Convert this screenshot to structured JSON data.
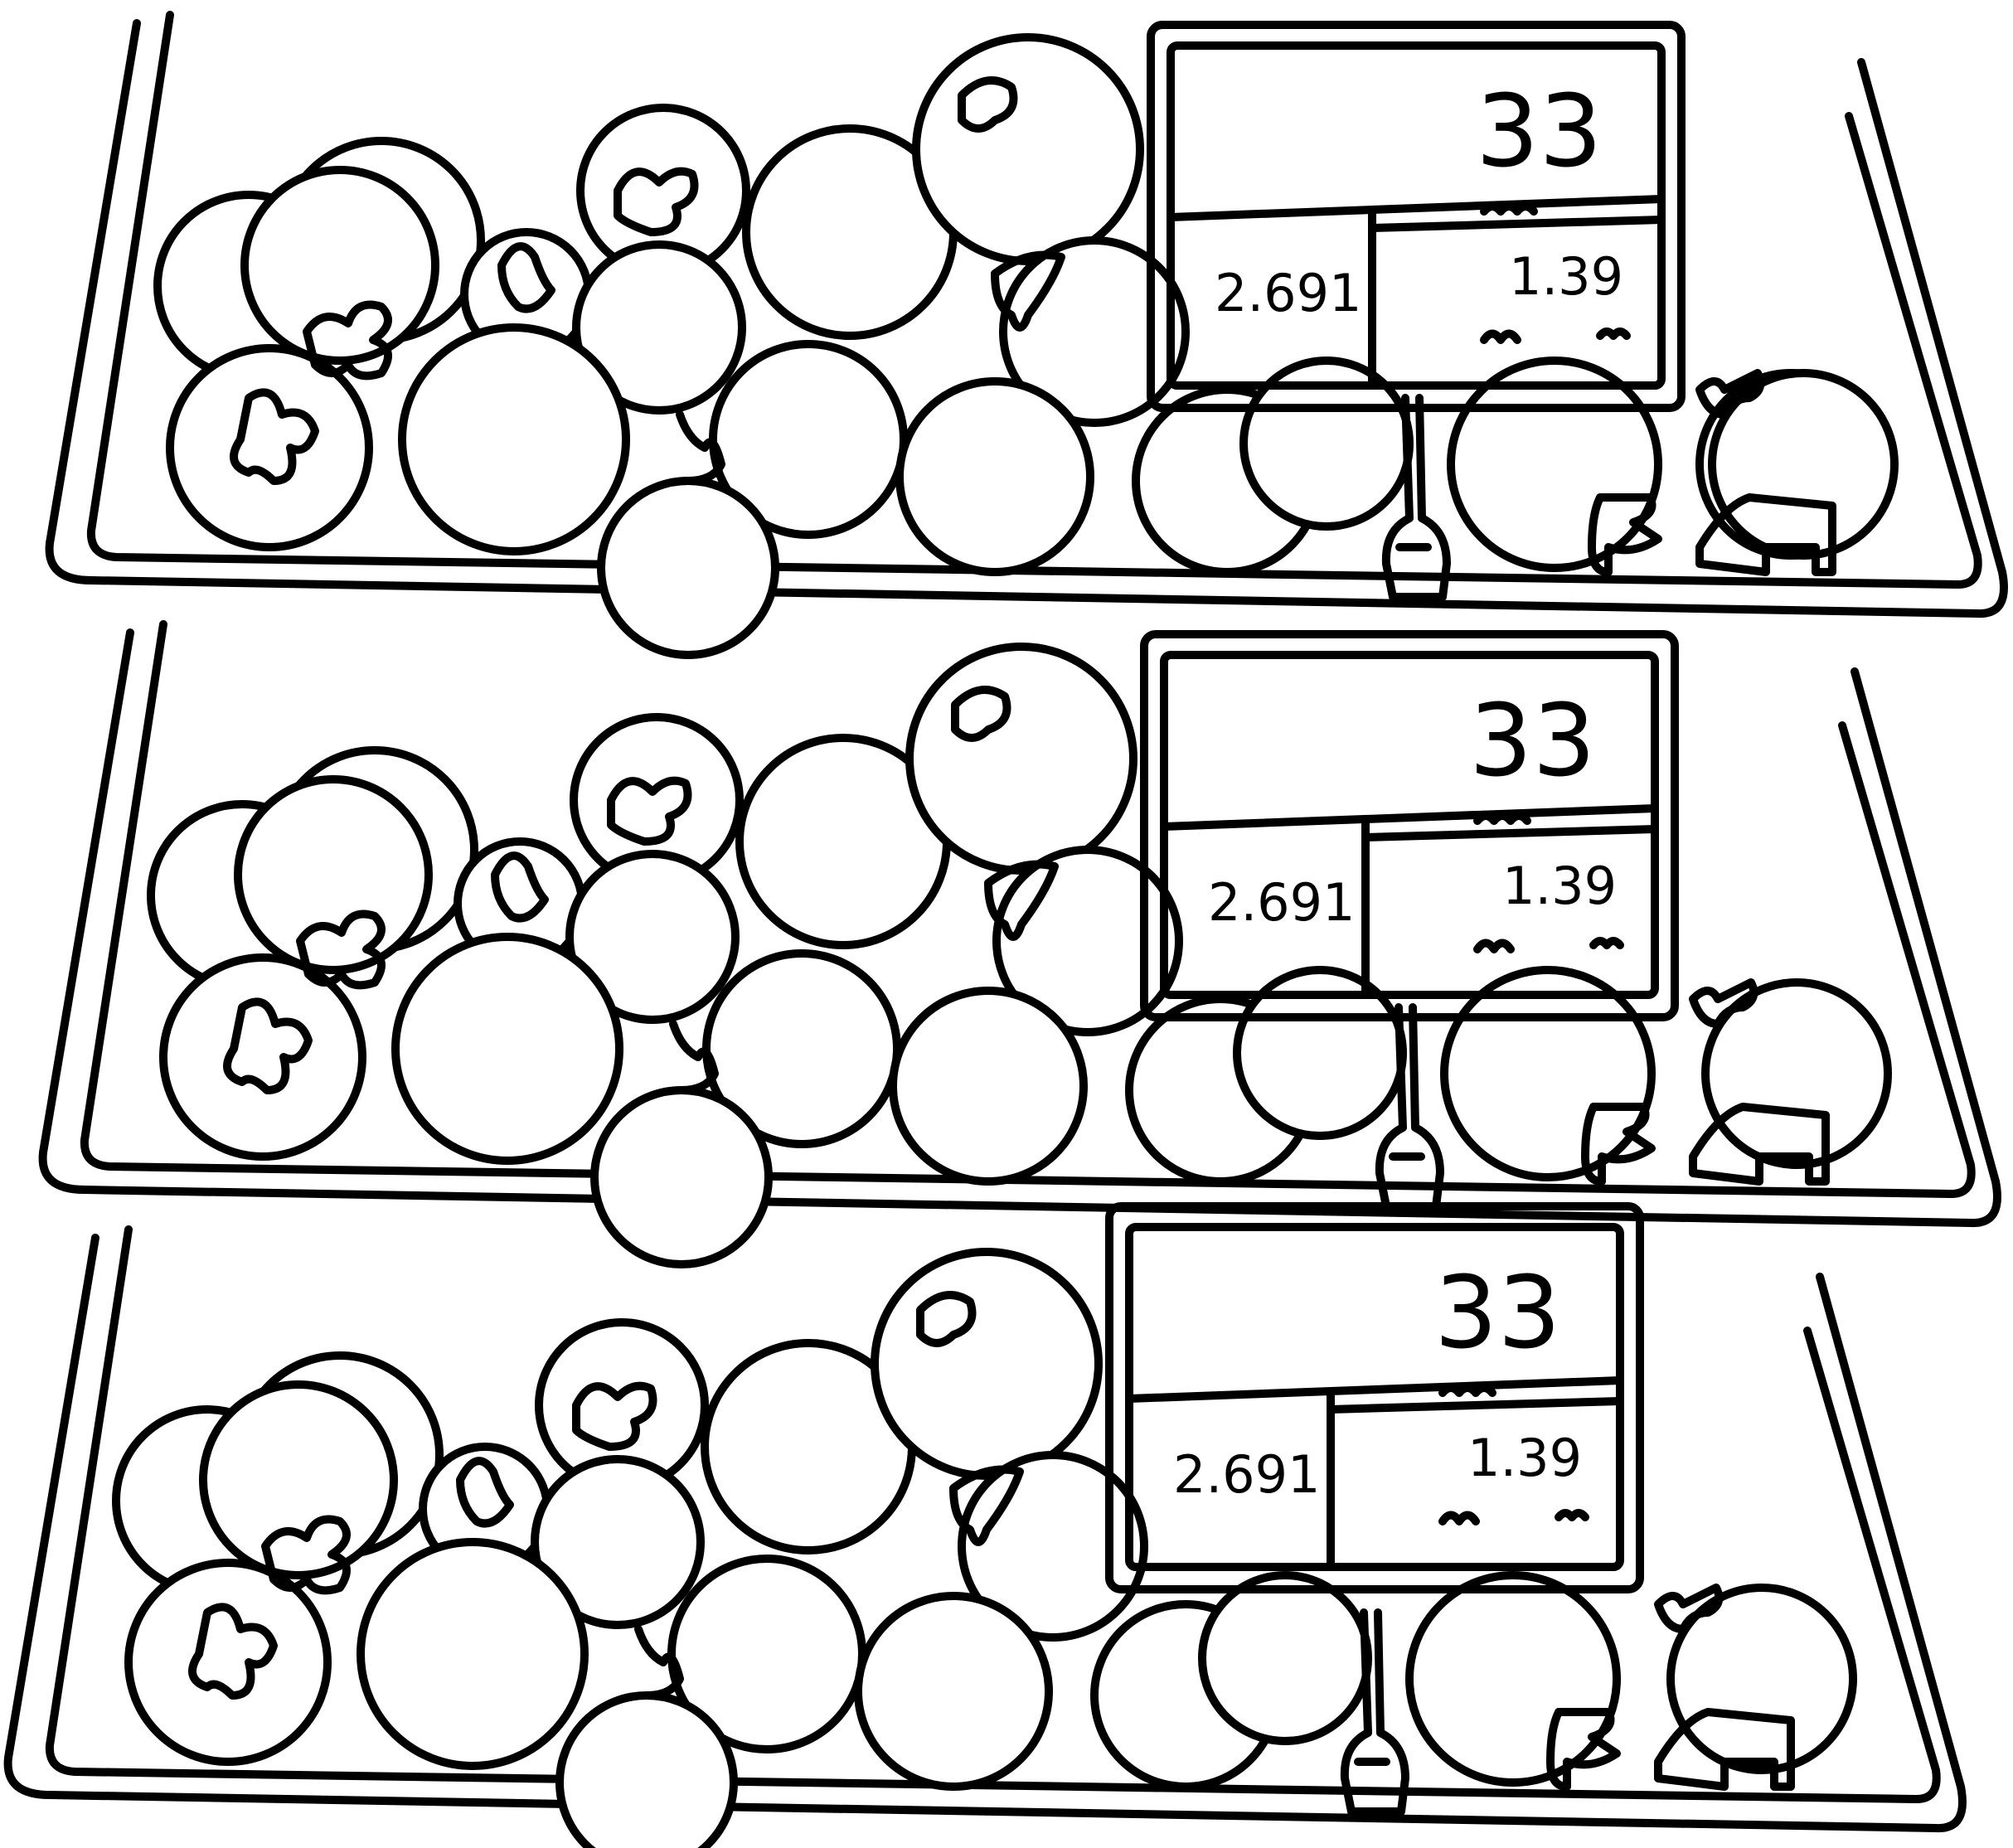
{
  "shelves": [
    {
      "sign": {
        "headline": "33",
        "left_value": "2.691",
        "right_value": "1.39"
      }
    },
    {
      "sign": {
        "headline": "33",
        "left_value": "2.691",
        "right_value": "1.39"
      }
    },
    {
      "sign": {
        "headline": "33",
        "left_value": "2.691",
        "right_value": "1.39"
      }
    }
  ],
  "colors": {
    "ink": "#000000",
    "paper": "#ffffff"
  }
}
